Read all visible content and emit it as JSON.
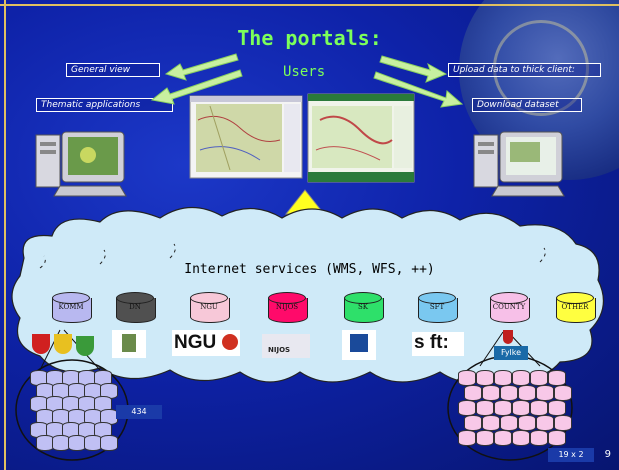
{
  "title": "The portals:",
  "users_label": "Users",
  "left_boxes": [
    "General view",
    "Thematic applications"
  ],
  "right_boxes": [
    "Upload data to thick client:",
    "Download dataset"
  ],
  "internet_services": "Internet services  (WMS, WFS, ++)",
  "databases": [
    {
      "label": "KOMM",
      "color": "#b8b8f0"
    },
    {
      "label": "DN",
      "color": "#505050"
    },
    {
      "label": "NGU",
      "color": "#f7c8d8"
    },
    {
      "label": "NIJOS",
      "color": "#ff0a6a"
    },
    {
      "label": "SK",
      "color": "#2ee06a"
    },
    {
      "label": "SFT",
      "color": "#7ac8f0"
    },
    {
      "label": "COUNTY",
      "color": "#f7c0e8"
    },
    {
      "label": "OTHER",
      "color": "#ffff40"
    }
  ],
  "logos": [
    "NGU",
    "NIJOS",
    "s ft:"
  ],
  "fylke_label": "Fylke",
  "left_count": "434",
  "right_count": "19 x 2",
  "page_number": "9"
}
